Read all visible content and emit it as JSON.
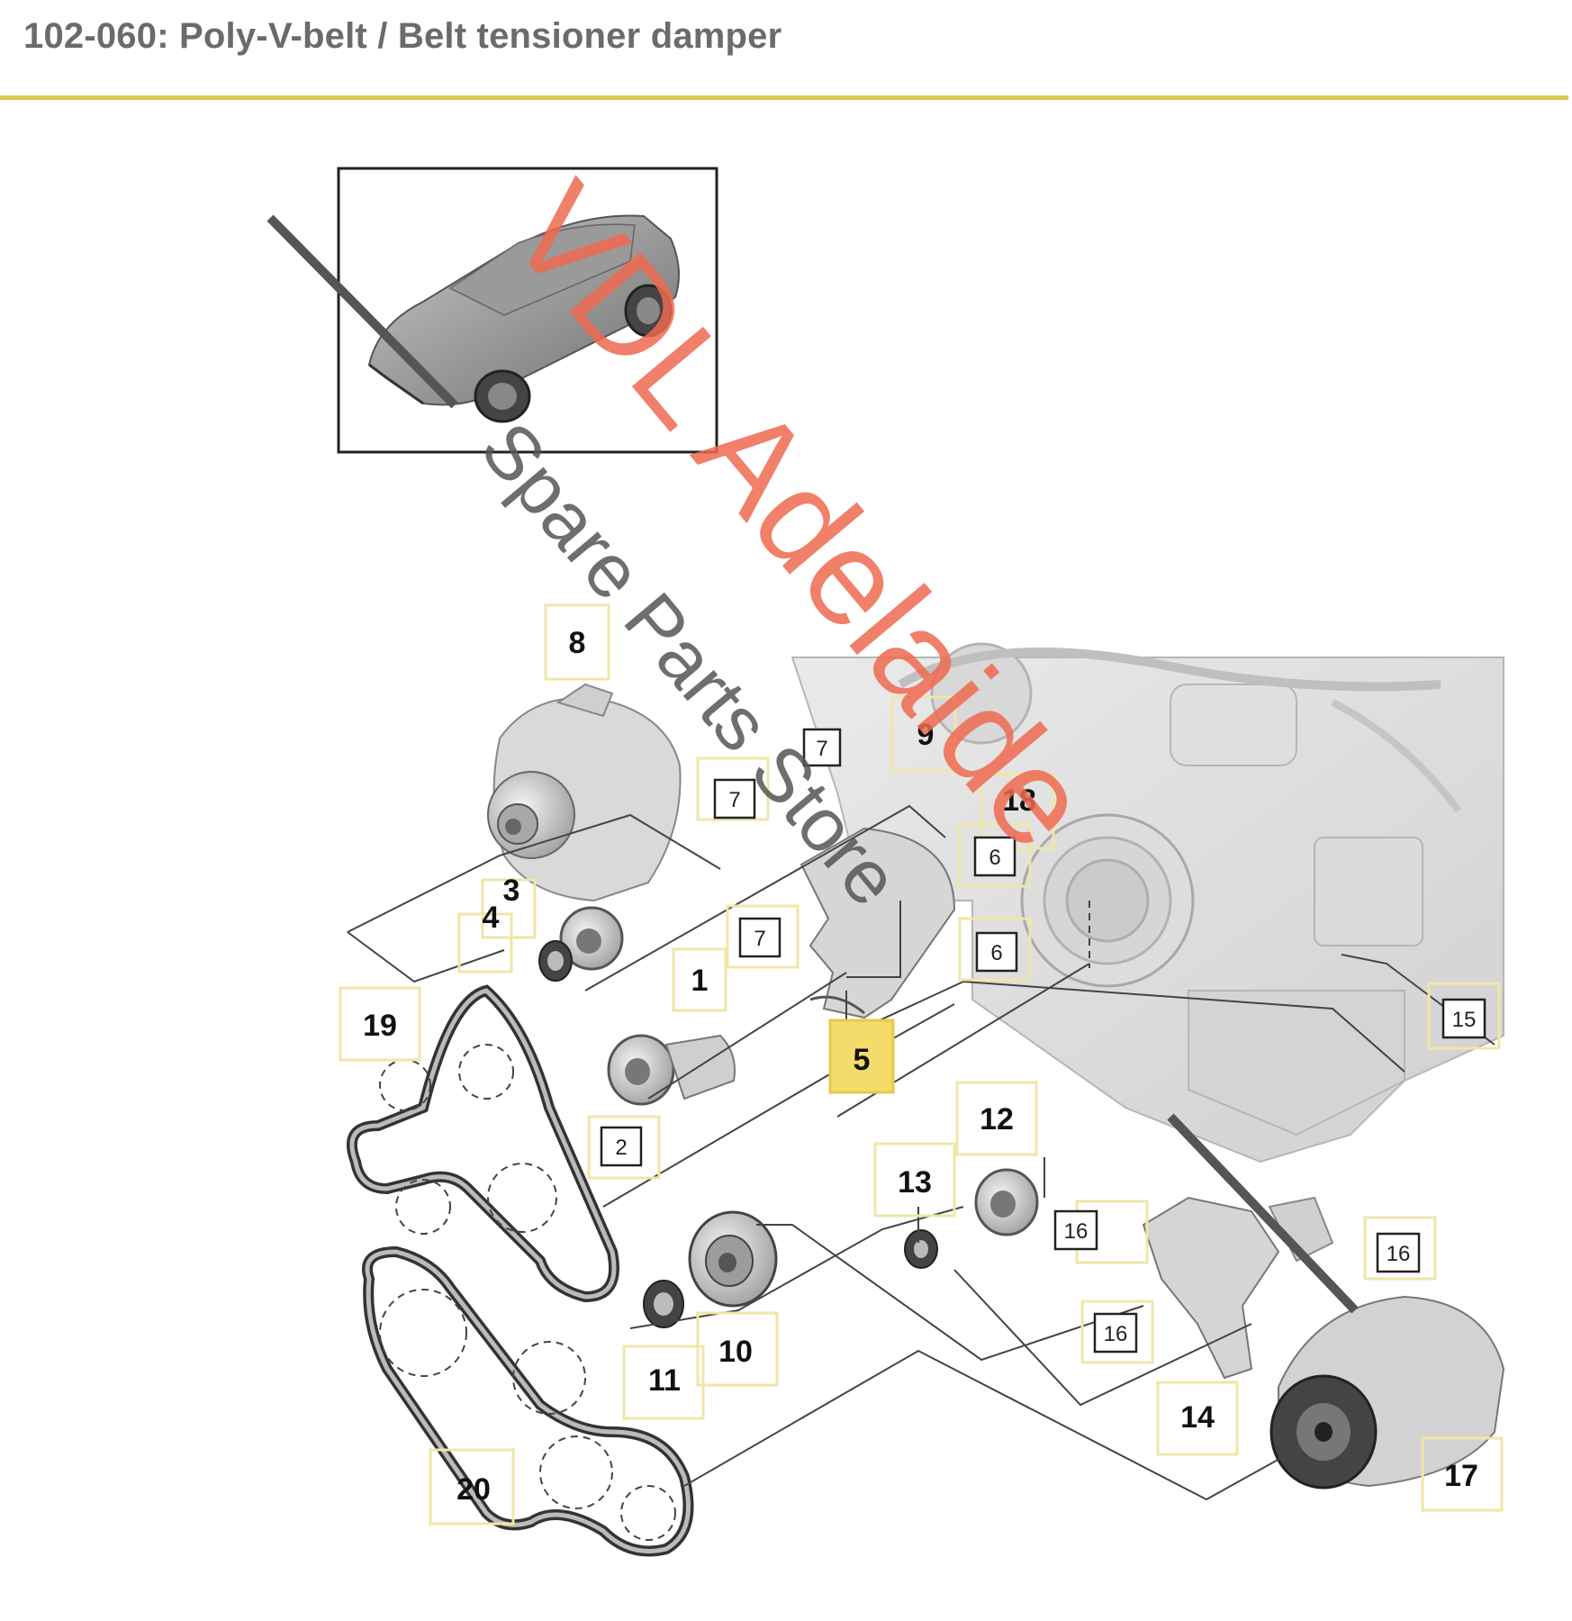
{
  "header": {
    "title": "102-060: Poly-V-belt / Belt tensioner damper",
    "rule_color": "#dcc94b"
  },
  "watermark": {
    "line1": "VDL Adelaide",
    "line2": "Spare Parts Store",
    "line1_color": "#ee6a50",
    "line2_color": "#555555"
  },
  "callouts": {
    "main": {
      "c1": "1",
      "c3": "3",
      "c4": "4",
      "c5": "5",
      "c8": "8",
      "c9": "9",
      "c10": "10",
      "c11": "11",
      "c12": "12",
      "c13": "13",
      "c14": "14",
      "c17": "17",
      "c18": "18",
      "c19": "19",
      "c20": "20"
    },
    "boxed": {
      "b2": "2",
      "b6a": "6",
      "b6b": "6",
      "b7a": "7",
      "b7b": "7",
      "b15": "15",
      "b16a": "16",
      "b16b": "16",
      "b16c": "16",
      "b7c": "7"
    },
    "highlight_color": "#f3dc6a",
    "frame_color": "#f0e6a8"
  }
}
